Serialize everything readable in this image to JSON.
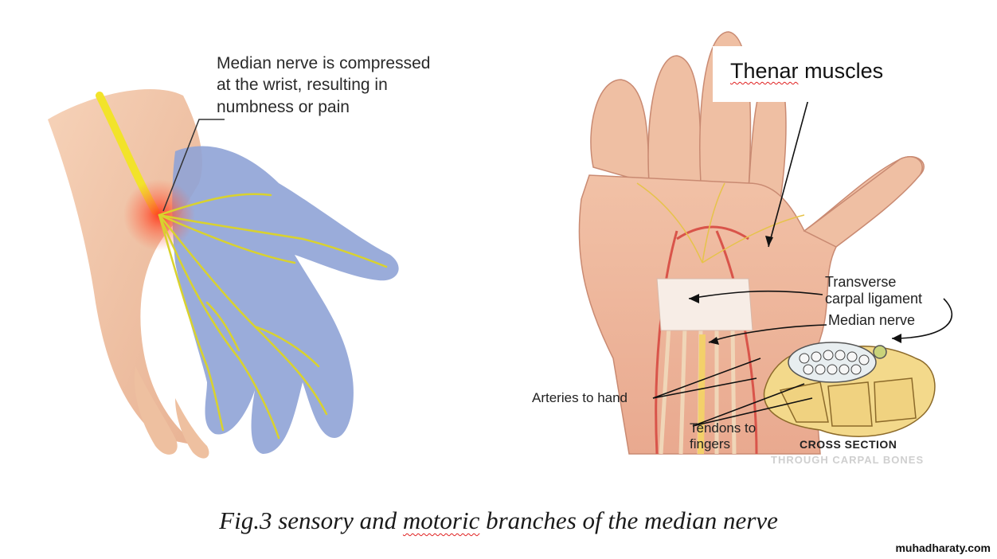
{
  "left_figure": {
    "annotation": "Median nerve is compressed\nat the wrist, resulting in\nnumbness or pain"
  },
  "right_figure": {
    "thenar_label_word": "Thenar",
    "thenar_label_rest": " muscles",
    "ligament_label": "Transverse\ncarpal ligament",
    "median_nerve_label": "Median nerve",
    "arteries_label": "Arteries to hand",
    "tendons_label": "Tendons to\nfingers",
    "cross_section_label": "CROSS SECTION",
    "carpal_bones_label": "THROUGH CARPAL BONES"
  },
  "caption": {
    "prefix": "Fig.3 sensory and ",
    "underlined": "motoric",
    "suffix": " branches of the median nerve"
  },
  "watermark": "muhadharaty.com",
  "colors": {
    "skin": "#f2c7a8",
    "numb_area": "#8fa3d6",
    "nerve": "#e8e23a",
    "inflammation": "#ff4a2a",
    "ligament": "#f7ede6",
    "bone": "#f3d98b"
  }
}
